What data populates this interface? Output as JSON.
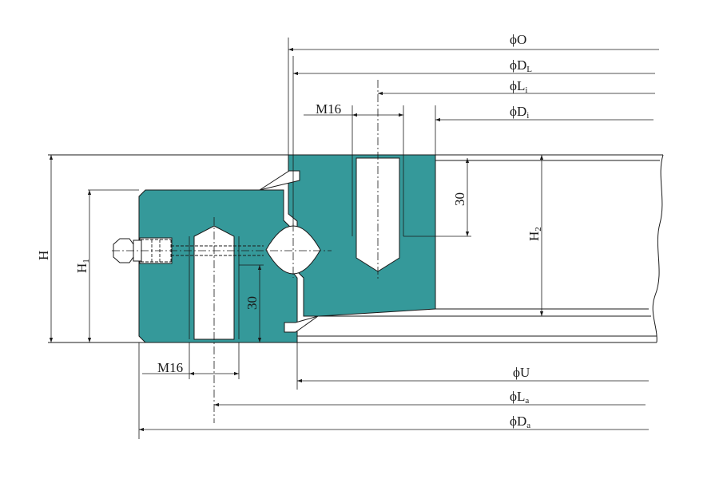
{
  "colors": {
    "body": "#35999a",
    "line": "#1a1a1a",
    "background": "#ffffff"
  },
  "dimensions": {
    "phi_o": {
      "symbol": "ϕ",
      "main": "O",
      "sub": ""
    },
    "phi_dl": {
      "symbol": "ϕ",
      "main": "D",
      "sub": "L"
    },
    "phi_li": {
      "symbol": "ϕ",
      "main": "L",
      "sub": "i"
    },
    "phi_di": {
      "symbol": "ϕ",
      "main": "D",
      "sub": "i"
    },
    "phi_u": {
      "symbol": "ϕ",
      "main": "U",
      "sub": ""
    },
    "phi_la": {
      "symbol": "ϕ",
      "main": "L",
      "sub": "a"
    },
    "phi_da": {
      "symbol": "ϕ",
      "main": "D",
      "sub": "a"
    },
    "h": {
      "main": "H",
      "sub": ""
    },
    "h1": {
      "main": "H",
      "sub": "1"
    },
    "h2": {
      "main": "H",
      "sub": "2"
    },
    "thread_top": "M16",
    "thread_bottom": "M16",
    "depth_top": "30",
    "depth_bottom": "30"
  }
}
